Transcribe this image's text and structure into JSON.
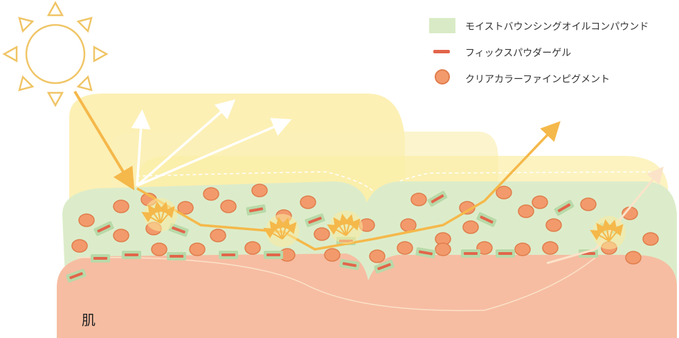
{
  "legend": [
    {
      "label": "モイストバウンシングオイルコンパウンド",
      "swatch": "box",
      "color": "#d9ebc6"
    },
    {
      "label": "フィックスパウダーゲル",
      "swatch": "bar",
      "color": "#e2654a"
    },
    {
      "label": "クリアカラーファインピグメント",
      "swatch": "dot",
      "color": "#f29a6c"
    }
  ],
  "skin_label": "肌",
  "colors": {
    "sun": "#f0c566",
    "light_layer": "#f8ecaa",
    "oil_layer": "#dcecca",
    "skin": "#f6bda2",
    "pigment_fill": "#f29a6c",
    "pigment_stroke": "#e07d4b",
    "gel": "#e2654a",
    "light_ray": "#f5b84a",
    "reflect_ray": "#ffffff"
  }
}
